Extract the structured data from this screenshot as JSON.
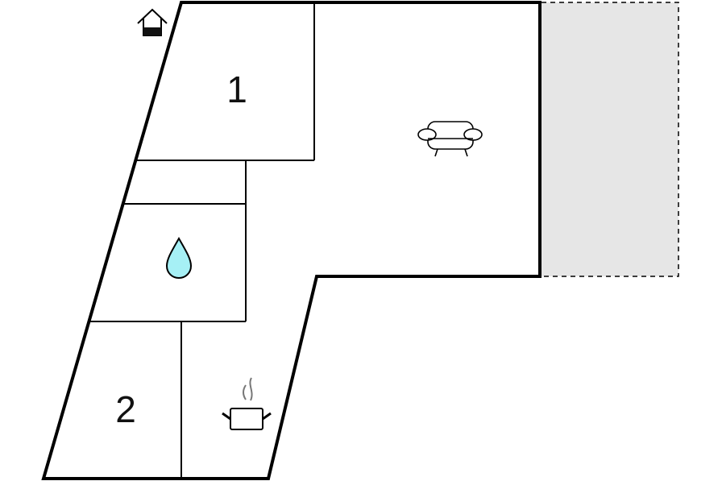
{
  "floorplan": {
    "rooms": [
      {
        "id": "bedroom-1",
        "label": "1"
      },
      {
        "id": "bedroom-2",
        "label": "2"
      }
    ],
    "icons": {
      "entrance": "house-entrance-icon",
      "bathroom": "water-drop-icon",
      "living": "sofa-icon",
      "kitchen": "cooking-pot-icon"
    },
    "colors": {
      "wall": "#000000",
      "terrace_fill": "#e6e6e6",
      "water": "#a6f0f5",
      "entrance_fill": "#111111"
    }
  }
}
